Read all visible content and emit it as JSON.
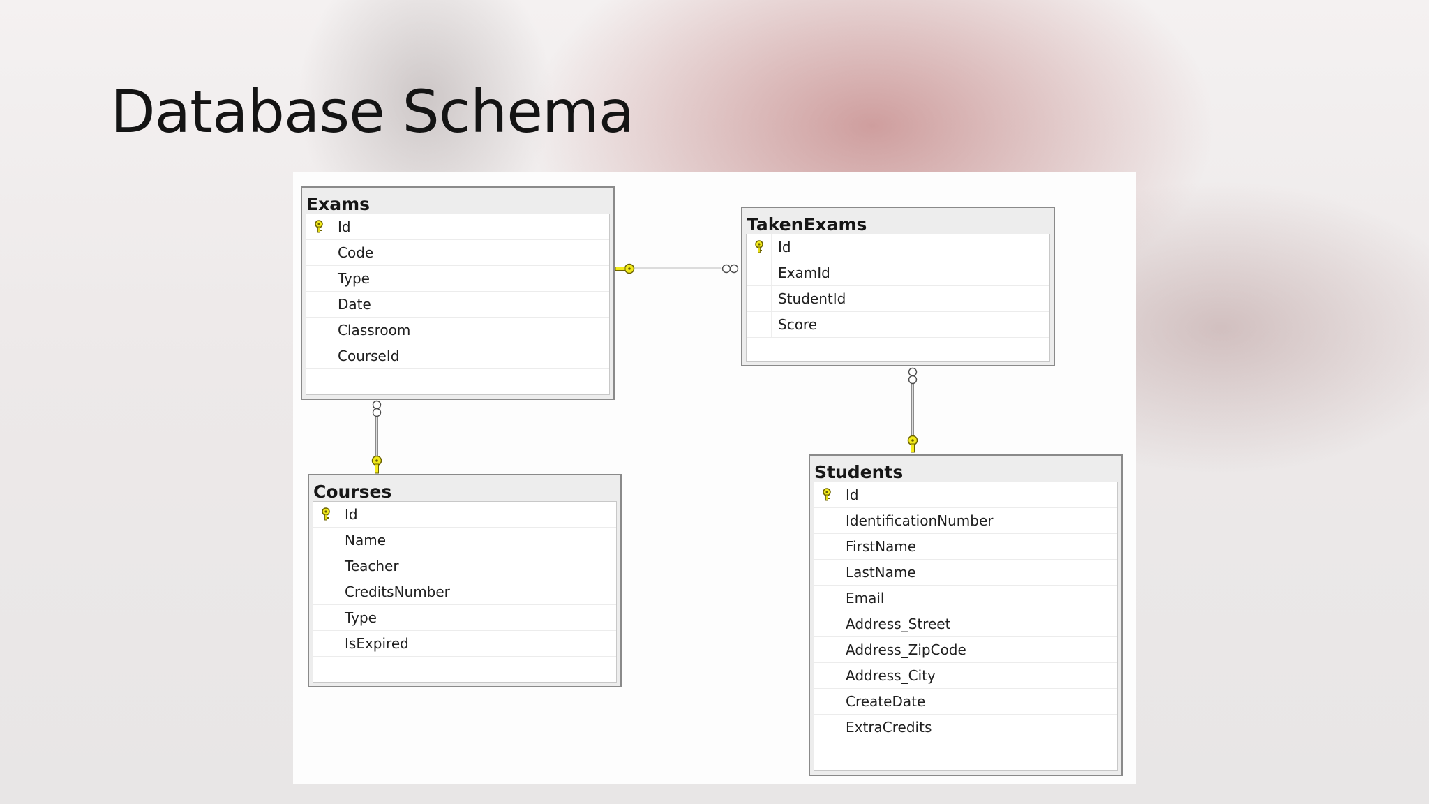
{
  "title": "Database Schema",
  "colors": {
    "key_fill": "#f2ea1a",
    "key_stroke": "#6b6200",
    "line": "#8c8c8c"
  },
  "tables": {
    "exams": {
      "name": "Exams",
      "columns": [
        "Id",
        "Code",
        "Type",
        "Date",
        "Classroom",
        "CourseId"
      ],
      "primary_key": "Id"
    },
    "taken_exams": {
      "name": "TakenExams",
      "columns": [
        "Id",
        "ExamId",
        "StudentId",
        "Score"
      ],
      "primary_key": "Id"
    },
    "courses": {
      "name": "Courses",
      "columns": [
        "Id",
        "Name",
        "Teacher",
        "CreditsNumber",
        "Type",
        "IsExpired"
      ],
      "primary_key": "Id"
    },
    "students": {
      "name": "Students",
      "columns": [
        "Id",
        "IdentificationNumber",
        "FirstName",
        "LastName",
        "Email",
        "Address_Street",
        "Address_ZipCode",
        "Address_City",
        "CreateDate",
        "ExtraCredits"
      ],
      "primary_key": "Id"
    }
  },
  "relationships": [
    {
      "from": "TakenExams",
      "to": "Exams",
      "many": "TakenExams",
      "one": "Exams"
    },
    {
      "from": "Exams",
      "to": "Courses",
      "many": "Exams",
      "one": "Courses"
    },
    {
      "from": "TakenExams",
      "to": "Students",
      "many": "TakenExams",
      "one": "Students"
    }
  ]
}
